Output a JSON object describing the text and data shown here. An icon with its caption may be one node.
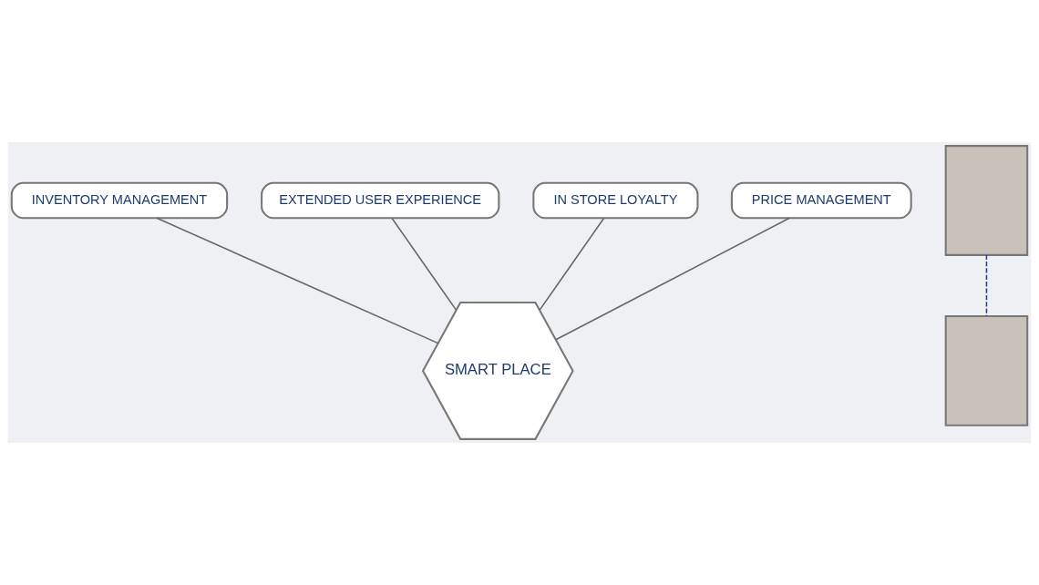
{
  "diagram": {
    "nodes": [
      {
        "text": [
          "INVENTORY MANAGEMENT"
        ]
      },
      {
        "text": [
          "EXTENDED USER EXPERIENCE"
        ]
      },
      {
        "text": [
          "IN STORE LOYALTY"
        ]
      },
      {
        "text": [
          "SMART PLACE"
        ]
      },
      {
        "text": [
          "PRICE MANAGEMENT"
        ]
      },
      {
        "text": [],
        "shape": "box"
      },
      {
        "text": [],
        "shape": "box"
      }
    ],
    "edges": [
      {
        "from": 0,
        "to": 3,
        "arrow": "none"
      },
      {
        "from": 1,
        "to": 3,
        "arrow": "none"
      },
      {
        "from": 2,
        "to": 3,
        "arrow": "none"
      },
      {
        "from": 4,
        "to": 3,
        "arrow": "none"
      },
      {
        "from": 5,
        "to": 6,
        "arrow": "none",
        "style": "dashed",
        "color": "#2b3f94"
      }
    ]
  }
}
